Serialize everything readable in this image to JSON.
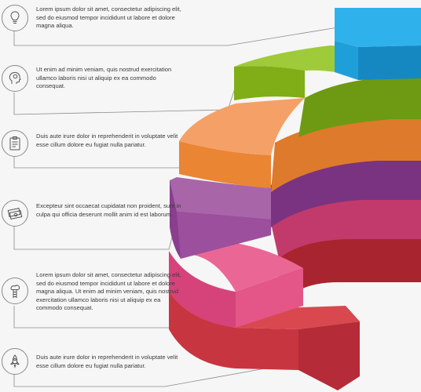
{
  "colors": {
    "blue": "#1fa3e3",
    "green": "#8cbd21",
    "orange": "#ef8b35",
    "purple": "#8a3f8e",
    "pink": "#e04f85",
    "red": "#c73540",
    "line": "#8a8a8a",
    "text": "#3a3a3a",
    "background": "#f6f6f6"
  },
  "steps": [
    {
      "icon": "lightbulb-icon",
      "text": "Lorem ipsum dolor sit amet, consectetur adipiscing elit, sed do eiusmod tempor incididunt ut labore et dolore magna aliqua."
    },
    {
      "icon": "head-idea-icon",
      "text": "Ut enim ad minim veniam, quis nostrud exercitation ullamco laboris nisi ut aliquip ex ea commodo consequat."
    },
    {
      "icon": "clipboard-icon",
      "text": "Duis aute irure dolor in reprehenderit in voluptate velit esse cillum dolore eu fugiat nulla pariatur."
    },
    {
      "icon": "money-icon",
      "text": "Excepteur sint occaecat cupidatat non proident, sunt in culpa qui officia deserunt mollit anim id est laborum."
    },
    {
      "icon": "ladder-icon",
      "text": "Lorem ipsum dolor sit amet, consectetur adipiscing elit, sed do eiusmod tempor incididunt ut labore et dolore magna aliqua. Ut enim ad minim veniam, quis nostrud exercitation ullamco laboris nisi ut aliquip ex ea commodo consequat."
    },
    {
      "icon": "rocket-icon",
      "text": "Duis aute irure dolor in reprehenderit in voluptate velit esse cillum dolore eu fugiat nulla pariatur."
    }
  ]
}
